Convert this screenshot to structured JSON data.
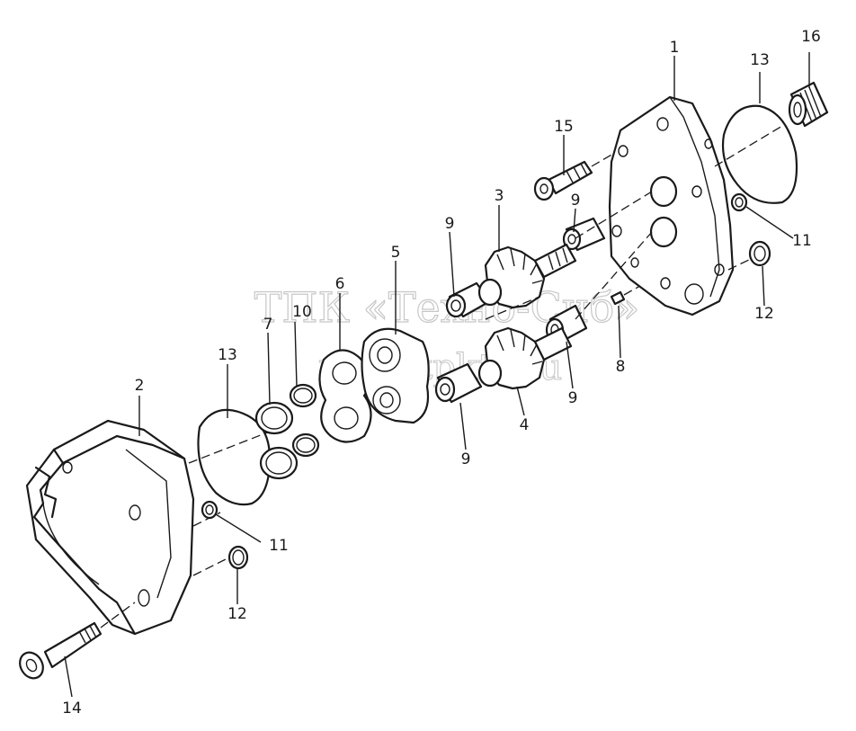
{
  "diagram": {
    "watermark": {
      "line1": "ТПК «Техно-Сиб»",
      "line2": "www.tpkts.ru"
    },
    "labels": {
      "p1": "1",
      "p2": "2",
      "p3": "3",
      "p4": "4",
      "p5": "5",
      "p6": "6",
      "p7": "7",
      "p8": "8",
      "p9a": "9",
      "p9b": "9",
      "p9c": "9",
      "p9d": "9",
      "p10": "10",
      "p11a": "11",
      "p11b": "11",
      "p12a": "12",
      "p12b": "12",
      "p13a": "13",
      "p13b": "13",
      "p14": "14",
      "p15": "15",
      "p16": "16"
    }
  }
}
